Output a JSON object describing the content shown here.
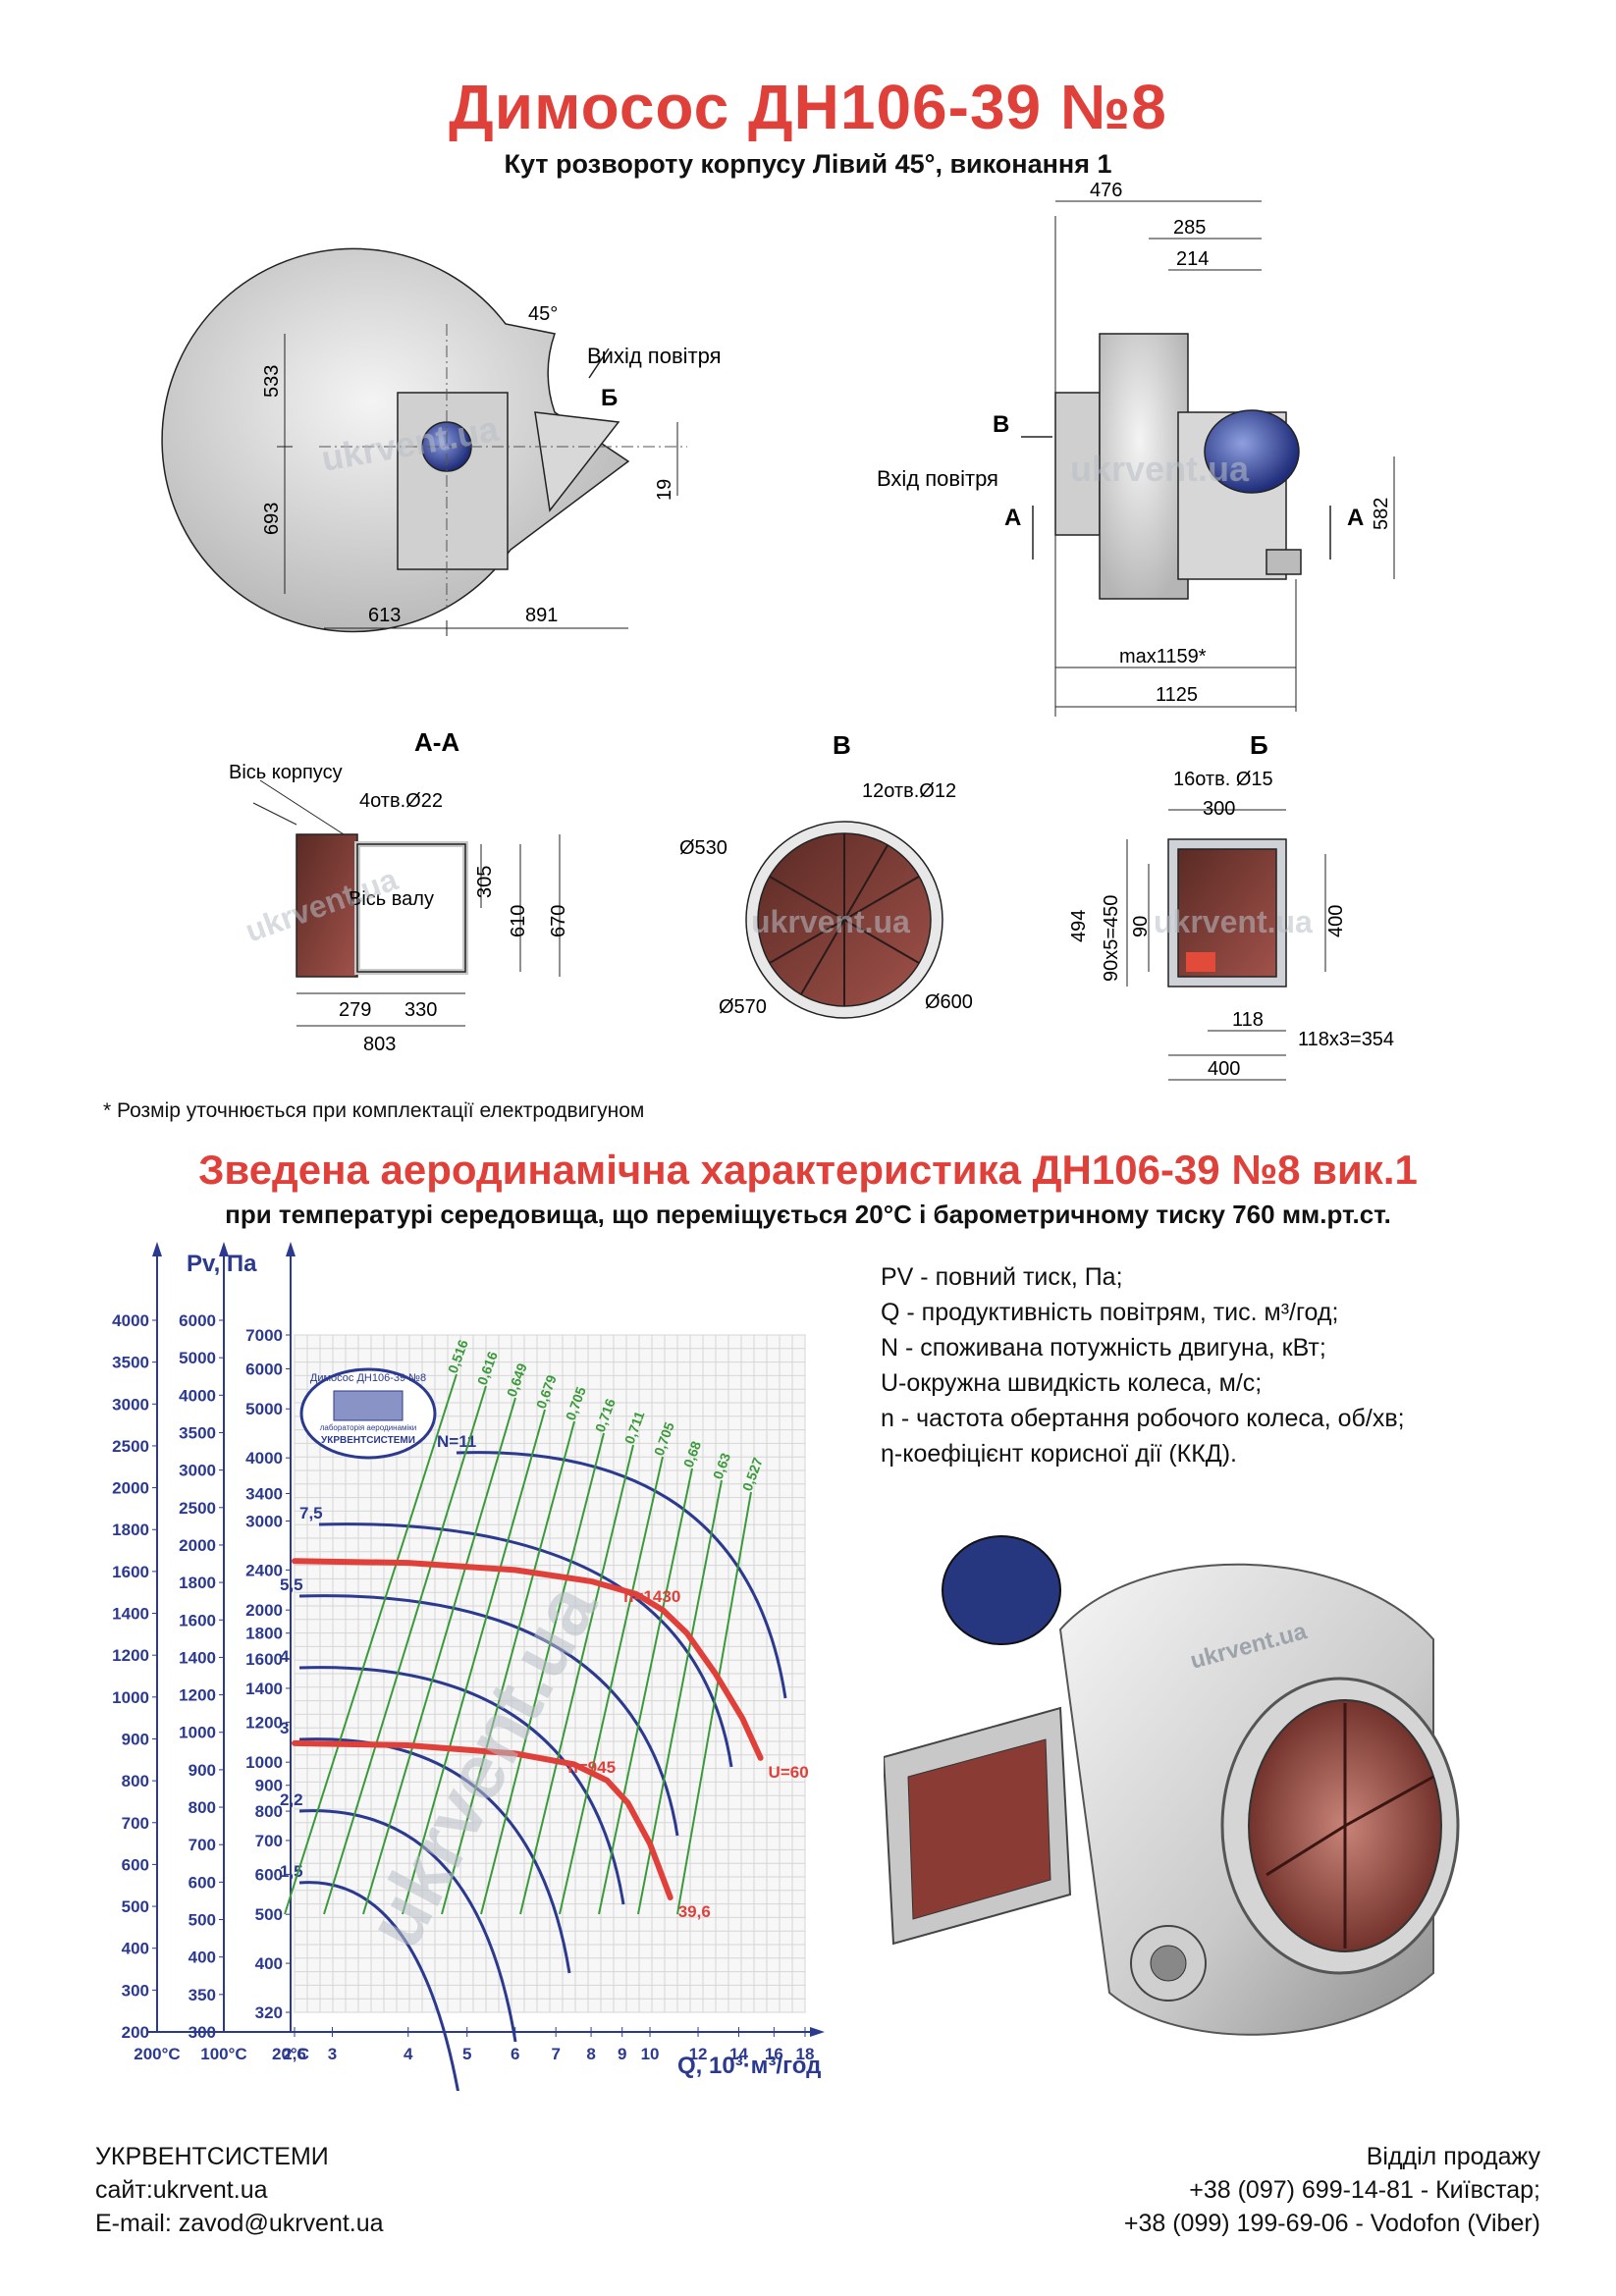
{
  "title": "Димосос  ДН106-39 №8",
  "subtitle": "Кут розвороту корпусу Лівий 45°, виконання 1",
  "watermark": "ukrvent.ua",
  "drawing_front": {
    "angle": "45°",
    "outlet_label": "Вихід повітря",
    "section_mark": "Б",
    "dims": {
      "d533": "533",
      "d693": "693",
      "d613": "613",
      "d891": "891",
      "d19": "19"
    }
  },
  "drawing_side": {
    "inlet_label": "Вхід повітря",
    "mark_v": "В",
    "mark_a": "А",
    "dims": {
      "d476": "476",
      "d285": "285",
      "d214": "214",
      "d582": "582",
      "dmax": "max1159*",
      "d1125": "1125"
    }
  },
  "section_aa": {
    "label": "А-А",
    "axis_body": "Вісь корпусу",
    "axis_shaft": "Вісь валу",
    "holes": "4отв.Ø22",
    "dims": {
      "d305": "305",
      "d610": "610",
      "d670": "670",
      "d279": "279",
      "d330": "330",
      "d803": "803"
    }
  },
  "section_v": {
    "label": "В",
    "holes": "12отв.Ø12",
    "dims": {
      "d530": "Ø530",
      "d570": "Ø570",
      "d600": "Ø600"
    }
  },
  "section_b": {
    "label": "Б",
    "holes": "16отв. Ø15",
    "dims": {
      "d300": "300",
      "d494": "494",
      "d450": "90x5=450",
      "d90": "90",
      "d400v": "400",
      "d118": "118",
      "d354": "118x3=354",
      "d400h": "400"
    }
  },
  "footnote": "* Розмір уточнюється при комплектації електродвигуном",
  "chart_title": "Зведена аеродинамічна характеристика ДН106-39 №8 вик.1",
  "chart_subtitle": "при температурі середовища, що переміщується 20°С і барометричному тиску 760 мм.рт.ст.",
  "legend": [
    "PV - повний тиск, Па;",
    "Q - продуктивність повітрям, тис. м³/год;",
    "N - споживана потужність двигуна, кВт;",
    "U-окружна швидкість колеса, м/с;",
    "n - частота обертання робочого колеса, об/хв;",
    "η-коефіцієнт корисної дії (ККД)."
  ],
  "badge": {
    "line1": "Димосос ДН106-39 №8",
    "line2": "УКРВЕНТСИСТЕМИ",
    "line3": "лабораторія аеродинаміки"
  },
  "chart_data": {
    "type": "line",
    "ylabel": "Pv, Па",
    "xlabel": "Q, 10³·м³/год",
    "x_scale": "log",
    "y_scale": "log",
    "x_ticks": [
      "2,6",
      "3",
      "4",
      "5",
      "6",
      "7",
      "8",
      "9",
      "10",
      "12",
      "14",
      "16",
      "18"
    ],
    "x_tick_values": [
      2.6,
      3,
      4,
      5,
      6,
      7,
      8,
      9,
      10,
      12,
      14,
      16,
      18
    ],
    "temp_labels": [
      "200°С",
      "100°С",
      "20°С"
    ],
    "y_axis_200": [
      "4000",
      "3500",
      "3000",
      "2500",
      "2000",
      "1800",
      "1600",
      "1400",
      "1200",
      "1000",
      "900",
      "800",
      "700",
      "600",
      "500",
      "400",
      "300",
      "200"
    ],
    "y_axis_100": [
      "6000",
      "5000",
      "4000",
      "3500",
      "3000",
      "2500",
      "2000",
      "1800",
      "1600",
      "1400",
      "1200",
      "1000",
      "900",
      "800",
      "700",
      "600",
      "500",
      "400",
      "350",
      "300"
    ],
    "y_axis_20": [
      "7000",
      "6000",
      "5000",
      "4000",
      "3400",
      "3000",
      "2400",
      "2000",
      "1800",
      "1600",
      "1400",
      "1200",
      "1000",
      "900",
      "800",
      "700",
      "600",
      "500",
      "400",
      "320"
    ],
    "y_tick_values_20": [
      7000,
      6000,
      5000,
      4000,
      3400,
      3000,
      2400,
      2000,
      1800,
      1600,
      1400,
      1200,
      1000,
      900,
      800,
      700,
      600,
      500,
      400,
      320
    ],
    "power_labels": [
      "N=11",
      "7,5",
      "5,5",
      "4",
      "3",
      "2,2",
      "1,5"
    ],
    "efficiency_labels": [
      "0,516",
      "0,616",
      "0,649",
      "0,679",
      "0,705",
      "0,716",
      "0,711",
      "0,705",
      "0,68",
      "0,63",
      "0,527"
    ],
    "series": [
      {
        "name": "n=1430",
        "x": [
          2.6,
          4,
          6,
          8,
          9.5,
          10.5,
          11.5,
          12.8,
          14.2,
          15.2
        ],
        "y": [
          2500,
          2480,
          2400,
          2280,
          2150,
          2000,
          1800,
          1500,
          1220,
          1020
        ]
      },
      {
        "name": "n=945",
        "x": [
          2.6,
          4,
          6,
          7.5,
          8.5,
          9.2,
          10,
          10.8
        ],
        "y": [
          1090,
          1080,
          1040,
          990,
          920,
          830,
          690,
          540
        ]
      }
    ],
    "end_labels": [
      "U=60",
      "39,6"
    ]
  },
  "footer_left": [
    "УКРВЕНТСИСТЕМИ",
    "сайт:ukrvent.ua",
    "E-mail: zavod@ukrvent.ua"
  ],
  "footer_right": [
    "Відділ продажу",
    "+38 (097) 699-14-81 - Київстар;",
    "+38 (099) 199-69-06 - Vodofon (Viber)"
  ]
}
